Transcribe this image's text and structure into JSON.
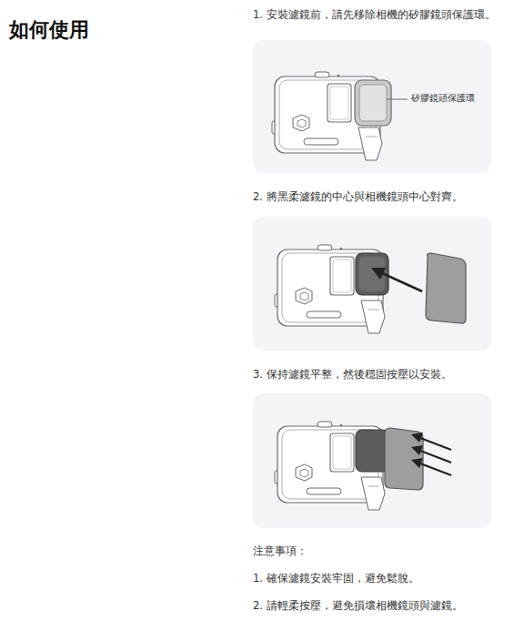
{
  "diagram": {
    "title": "如何使用",
    "labels": [
      "1. 安裝濾鏡前，請先移除相機的矽膠鏡頭保護環。",
      "矽膠鏡頭保護環",
      "2. 將黑柔濾鏡的中心與相機鏡頭中心對齊。",
      "3. 保持濾鏡平整，然後穩固按壓以安裝。",
      "注意事項：",
      "1. 確保濾鏡安裝牢固，避免鬆脫。",
      "2. 請輕柔按壓，避免損壞相機鏡頭與濾鏡。"
    ]
  }
}
